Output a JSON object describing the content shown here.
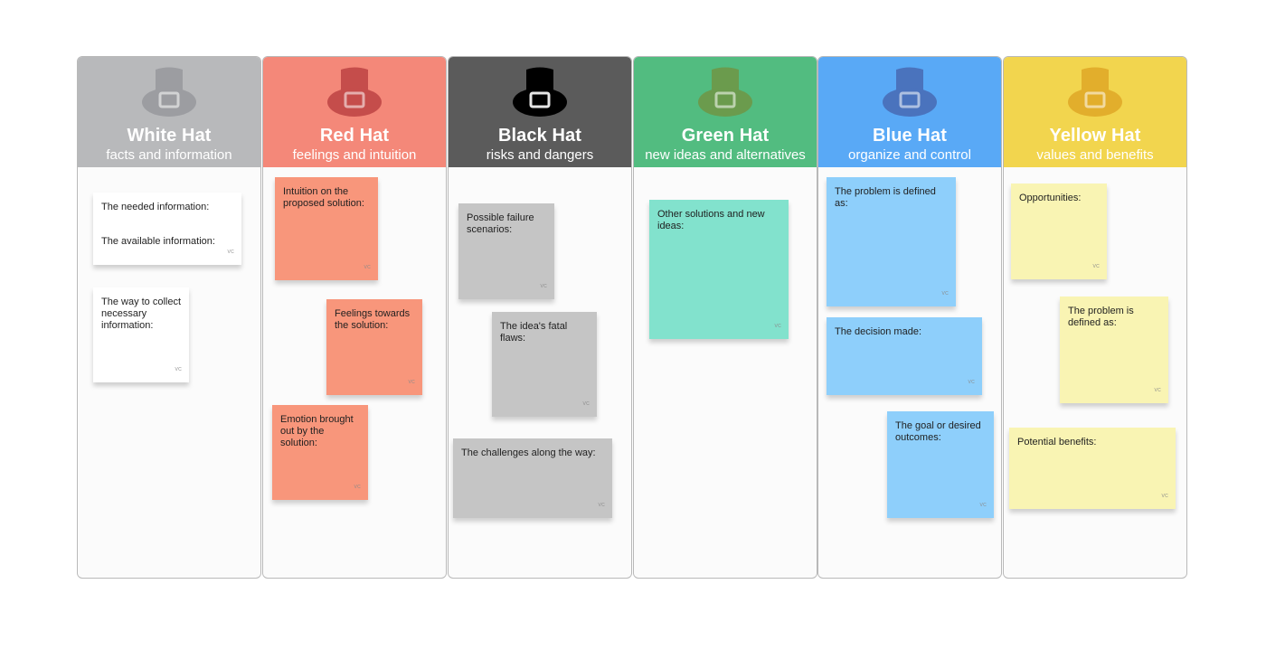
{
  "columns": [
    {
      "title": "White Hat",
      "subtitle": "facts and information",
      "header_color": "#b8b9bb",
      "hat_color": "#9c9da1",
      "notes": [
        {
          "lines": [
            "The needed information:",
            "The available information:"
          ],
          "color": "#ffffff",
          "initials": "VC"
        },
        {
          "lines": [
            "The way to collect necessary information:"
          ],
          "color": "#ffffff",
          "initials": "VC"
        }
      ]
    },
    {
      "title": "Red Hat",
      "subtitle": "feelings and intuition",
      "header_color": "#f48879",
      "hat_color": "#c54d4b",
      "notes": [
        {
          "lines": [
            "Intuition on the proposed solution:"
          ],
          "color": "#f8967b",
          "initials": "VC"
        },
        {
          "lines": [
            "Feelings towards the solution:"
          ],
          "color": "#f8967b",
          "initials": "VC"
        },
        {
          "lines": [
            "Emotion brought out by the solution:"
          ],
          "color": "#f8967b",
          "initials": "VC"
        }
      ]
    },
    {
      "title": "Black Hat",
      "subtitle": "risks and dangers",
      "header_color": "#5b5b5b",
      "hat_color": "#000000",
      "notes": [
        {
          "lines": [
            "Possible failure scenarios:"
          ],
          "color": "#c5c5c5",
          "initials": "VC"
        },
        {
          "lines": [
            "The idea's fatal flaws:"
          ],
          "color": "#c5c5c5",
          "initials": "VC"
        },
        {
          "lines": [
            "The challenges along the way:"
          ],
          "color": "#c5c5c5",
          "initials": "VC"
        }
      ]
    },
    {
      "title": "Green Hat",
      "subtitle": "new ideas and alternatives",
      "header_color": "#52bc80",
      "hat_color": "#6b9b4d",
      "notes": [
        {
          "lines": [
            "Other solutions and new ideas:"
          ],
          "color": "#82e2cd",
          "initials": "VC"
        }
      ]
    },
    {
      "title": "Blue Hat",
      "subtitle": "organize and control",
      "header_color": "#59a9f6",
      "hat_color": "#4a73bd",
      "notes": [
        {
          "lines": [
            "The problem is defined as:"
          ],
          "color": "#8ecffb",
          "initials": "VC"
        },
        {
          "lines": [
            "The decision made:"
          ],
          "color": "#8ecffb",
          "initials": "VC"
        },
        {
          "lines": [
            "The goal or desired outcomes:"
          ],
          "color": "#8ecffb",
          "initials": "VC"
        }
      ]
    },
    {
      "title": "Yellow Hat",
      "subtitle": "values and benefits",
      "header_color": "#f2d54e",
      "hat_color": "#e2ae2c",
      "notes": [
        {
          "lines": [
            "Opportunities:"
          ],
          "color": "#f9f4b3",
          "initials": "VC"
        },
        {
          "lines": [
            "The problem is defined as:"
          ],
          "color": "#f9f4b3",
          "initials": "VC"
        },
        {
          "lines": [
            "Potential benefits:"
          ],
          "color": "#f9f4b3",
          "initials": "VC"
        }
      ]
    }
  ]
}
